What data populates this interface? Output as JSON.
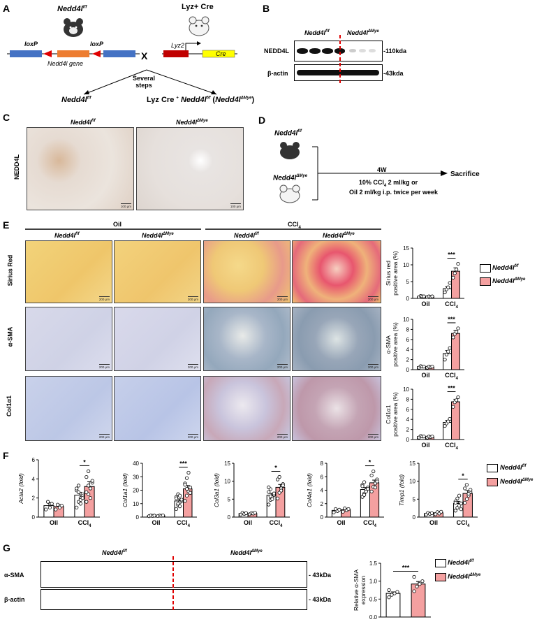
{
  "panels": {
    "A": "A",
    "B": "B",
    "C": "C",
    "D": "D",
    "E": "E",
    "F": "F",
    "G": "G"
  },
  "genotypes": {
    "flox": "Nedd4l",
    "flox_sup": "f/f",
    "ko": "Nedd4l",
    "ko_sup": "ΔMye"
  },
  "panel_A": {
    "lyz_cre_title": "Lyz+ Cre",
    "loxp_left": "loxP",
    "loxp_right": "loxP",
    "gene_label": "Nedd4l gene",
    "lyz2_label": "Lyz2",
    "cre_label": "Cre",
    "cross_symbol": "X",
    "steps_line1": "Several",
    "steps_line2": "steps",
    "bottom_right_prefix": "Lyz Cre",
    "bottom_right_sup": "+",
    "colors": {
      "blue": "#4472c4",
      "orange": "#ed7d31",
      "red": "#c00000",
      "yellow": "#ffff00",
      "loxp": "#e00000"
    }
  },
  "panel_B": {
    "row1_label": "NEDD4L",
    "row1_size": "-110kda",
    "row2_label": "β-actin",
    "row2_size": "-43kda"
  },
  "panel_C": {
    "ylabel": "NEDD4L",
    "scale": "100 μm"
  },
  "panel_D": {
    "duration": "4W",
    "endpoint": "Sacrifice",
    "treatment_line1_prefix": "10% CCl",
    "treatment_line1_sub": "4",
    "treatment_line1_suffix": " 2 ml/kg or",
    "treatment_line2": "Oil 2 ml/kg i.p. twice per week"
  },
  "panel_E": {
    "group_oil": "Oil",
    "group_ccl4": "CCl",
    "group_ccl4_sub": "4",
    "rows": [
      "Sirius Red",
      "α-SMA",
      "Col1α1"
    ],
    "scale": "200 μm"
  },
  "panel_G": {
    "row1_label": "α-SMA",
    "row1_size": "- 43kDa",
    "row2_label": "β-actin",
    "row2_size": "- 43kDa"
  },
  "legend": {
    "flox_color": "#ffffff",
    "ko_color": "#f4a0a0"
  },
  "chart_data": [
    {
      "panel": "E",
      "type": "bar",
      "ylabel": [
        "Sirius red",
        "positive area (%)"
      ],
      "ylim": [
        0,
        15
      ],
      "yticks": [
        0,
        5,
        10,
        15
      ],
      "categories": [
        "Oil",
        "CCl4"
      ],
      "series": [
        {
          "name": "Nedd4l f/f",
          "values": [
            0.6,
            2.9
          ],
          "err": [
            0.1,
            0.6
          ]
        },
        {
          "name": "Nedd4l ΔMye",
          "values": [
            0.5,
            8.1
          ],
          "err": [
            0.1,
            1.0
          ]
        }
      ],
      "points": [
        [
          [
            0.4,
            0.7,
            0.6,
            0.6
          ],
          [
            1.8,
            2.7,
            3.3,
            4.6
          ]
        ],
        [
          [
            0.4,
            0.6,
            0.5,
            0.6
          ],
          [
            6.2,
            7.5,
            8.6,
            10.3
          ]
        ]
      ],
      "annotations": [
        {
          "category": 1,
          "text": "***"
        }
      ]
    },
    {
      "panel": "E",
      "type": "bar",
      "ylabel": [
        "α-SMA",
        "positive area (%)"
      ],
      "ylim": [
        0,
        10
      ],
      "yticks": [
        0,
        2,
        4,
        6,
        8,
        10
      ],
      "categories": [
        "Oil",
        "CCl4"
      ],
      "series": [
        {
          "name": "Nedd4l f/f",
          "values": [
            0.6,
            3.2
          ],
          "err": [
            0.1,
            0.6
          ]
        },
        {
          "name": "Nedd4l ΔMye",
          "values": [
            0.5,
            7.2
          ],
          "err": [
            0.1,
            0.6
          ]
        }
      ],
      "points": [
        [
          [
            0.4,
            0.7,
            0.6,
            0.6
          ],
          [
            2.0,
            3.0,
            3.6,
            4.3
          ]
        ],
        [
          [
            0.4,
            0.6,
            0.5,
            0.6
          ],
          [
            6.4,
            7.1,
            7.5,
            8.2
          ]
        ]
      ],
      "annotations": [
        {
          "category": 1,
          "text": "***"
        }
      ]
    },
    {
      "panel": "E",
      "type": "bar",
      "ylabel": [
        "Col1α1",
        "positive area (%)"
      ],
      "ylim": [
        0,
        10
      ],
      "yticks": [
        0,
        2,
        4,
        6,
        8,
        10
      ],
      "categories": [
        "Oil",
        "CCl4"
      ],
      "series": [
        {
          "name": "Nedd4l f/f",
          "values": [
            0.6,
            3.4
          ],
          "err": [
            0.1,
            0.4
          ]
        },
        {
          "name": "Nedd4l ΔMye",
          "values": [
            0.5,
            7.5
          ],
          "err": [
            0.1,
            0.5
          ]
        }
      ],
      "points": [
        [
          [
            0.4,
            0.7,
            0.6,
            0.6
          ],
          [
            2.7,
            3.2,
            3.6,
            4.1
          ]
        ],
        [
          [
            0.4,
            0.6,
            0.5,
            0.6
          ],
          [
            6.5,
            7.4,
            7.8,
            8.4
          ]
        ]
      ],
      "annotations": [
        {
          "category": 1,
          "text": "***"
        }
      ]
    },
    {
      "panel": "F",
      "type": "bar",
      "ylabel": "Acta2 (fold)",
      "ylim": [
        0,
        6
      ],
      "yticks": [
        0,
        2,
        4,
        6
      ],
      "categories": [
        "Oil",
        "CCl4"
      ],
      "series": [
        {
          "name": "Nedd4l f/f",
          "values": [
            1.2,
            2.3
          ],
          "err": [
            0.3,
            0.3
          ]
        },
        {
          "name": "Nedd4l ΔMye",
          "values": [
            1.1,
            3.2
          ],
          "err": [
            0.2,
            0.5
          ]
        }
      ],
      "points": [
        [
          [
            0.8,
            1.6,
            1.0,
            1.4
          ],
          [
            1.0,
            1.6,
            2.0,
            2.4,
            2.8,
            3.3,
            1.4,
            2.2,
            3.0,
            2.6,
            1.8,
            2.0
          ]
        ],
        [
          [
            0.8,
            1.3,
            1.0,
            1.2
          ],
          [
            1.6,
            2.4,
            3.0,
            3.6,
            4.2,
            4.8,
            2.0,
            3.8,
            2.6,
            3.3
          ]
        ]
      ],
      "annotations": [
        {
          "category": 1,
          "text": "*"
        }
      ]
    },
    {
      "panel": "F",
      "type": "bar",
      "ylabel": "Col1a1 (fold)",
      "ylim": [
        0,
        40
      ],
      "yticks": [
        0,
        10,
        20,
        30,
        40
      ],
      "categories": [
        "Oil",
        "CCl4"
      ],
      "series": [
        {
          "name": "Nedd4l f/f",
          "values": [
            1.0,
            12.0
          ],
          "err": [
            0.2,
            1.5
          ]
        },
        {
          "name": "Nedd4l ΔMye",
          "values": [
            1.0,
            21.0
          ],
          "err": [
            0.2,
            2.5
          ]
        }
      ],
      "points": [
        [
          [
            0.7,
            1.2,
            0.9,
            1.1
          ],
          [
            6,
            9,
            11,
            13,
            15,
            17,
            8,
            12,
            14,
            10,
            16,
            13
          ]
        ],
        [
          [
            0.8,
            1.1,
            1.0,
            1.2
          ],
          [
            12,
            16,
            19,
            22,
            25,
            29,
            33,
            18,
            24,
            21
          ]
        ]
      ],
      "annotations": [
        {
          "category": 1,
          "text": "***"
        }
      ]
    },
    {
      "panel": "F",
      "type": "bar",
      "ylabel": "Col3a1 (fold)",
      "ylim": [
        0,
        15
      ],
      "yticks": [
        0,
        5,
        10,
        15
      ],
      "categories": [
        "Oil",
        "CCl4"
      ],
      "series": [
        {
          "name": "Nedd4l f/f",
          "values": [
            1.0,
            6.1
          ],
          "err": [
            0.2,
            0.5
          ]
        },
        {
          "name": "Nedd4l ΔMye",
          "values": [
            1.0,
            8.3
          ],
          "err": [
            0.2,
            0.8
          ]
        }
      ],
      "points": [
        [
          [
            0.7,
            1.2,
            0.9,
            1.1
          ],
          [
            3.5,
            4.8,
            5.5,
            6.2,
            7.0,
            7.8,
            5.0,
            6.6,
            8.3,
            5.8
          ]
        ],
        [
          [
            0.8,
            1.1,
            1.0,
            1.2
          ],
          [
            5.2,
            6.8,
            8.0,
            9.2,
            10.5,
            11.2,
            7.4,
            8.8
          ]
        ]
      ],
      "annotations": [
        {
          "category": 1,
          "text": "*"
        }
      ]
    },
    {
      "panel": "F",
      "type": "bar",
      "ylabel": "Col4a1 (fold)",
      "ylim": [
        0,
        8
      ],
      "yticks": [
        0,
        2,
        4,
        6,
        8
      ],
      "categories": [
        "Oil",
        "CCl4"
      ],
      "series": [
        {
          "name": "Nedd4l f/f",
          "values": [
            1.0,
            4.1
          ],
          "err": [
            0.2,
            0.3
          ]
        },
        {
          "name": "Nedd4l ΔMye",
          "values": [
            1.1,
            5.1
          ],
          "err": [
            0.2,
            0.4
          ]
        }
      ],
      "points": [
        [
          [
            0.7,
            1.2,
            0.9,
            1.1
          ],
          [
            3.0,
            3.5,
            4.0,
            4.4,
            4.8,
            5.2,
            3.8,
            4.2,
            4.6,
            3.3
          ]
        ],
        [
          [
            0.8,
            1.3,
            1.0,
            1.2
          ],
          [
            3.8,
            4.5,
            5.0,
            5.6,
            6.2,
            6.8,
            4.4,
            5.3
          ]
        ]
      ],
      "annotations": [
        {
          "category": 1,
          "text": "*"
        }
      ]
    },
    {
      "panel": "F",
      "type": "bar",
      "ylabel": "Timp1 (fold)",
      "ylim": [
        0,
        15
      ],
      "yticks": [
        0,
        5,
        10,
        15
      ],
      "categories": [
        "Oil",
        "CCl4"
      ],
      "series": [
        {
          "name": "Nedd4l f/f",
          "values": [
            1.0,
            3.8
          ],
          "err": [
            0.2,
            0.6
          ]
        },
        {
          "name": "Nedd4l ΔMye",
          "values": [
            1.2,
            6.6
          ],
          "err": [
            0.3,
            0.8
          ]
        }
      ],
      "points": [
        [
          [
            0.7,
            1.2,
            0.9,
            1.1
          ],
          [
            1.8,
            2.6,
            3.2,
            3.8,
            4.4,
            5.2,
            6.0,
            2.2,
            4.0
          ]
        ],
        [
          [
            0.8,
            1.4,
            1.0,
            1.5
          ],
          [
            4.0,
            5.0,
            6.0,
            7.0,
            8.0,
            9.0,
            6.5,
            7.6
          ]
        ]
      ],
      "annotations": [
        {
          "category": 1,
          "text": "*"
        }
      ]
    },
    {
      "panel": "G",
      "type": "bar",
      "ylabel": [
        "Relative α-SMA",
        "expression"
      ],
      "ylim": [
        0,
        1.5
      ],
      "yticks": [
        0.0,
        0.5,
        1.0,
        1.5
      ],
      "categories": [
        "Nedd4l f/f",
        "Nedd4l ΔMye"
      ],
      "series": [
        {
          "name": "Nedd4l f/f",
          "values": [
            0.66
          ],
          "err": [
            0.04
          ]
        },
        {
          "name": "Nedd4l ΔMye",
          "values": [
            0.92
          ],
          "err": [
            0.07
          ]
        }
      ],
      "points": [
        [
          [
            0.55,
            0.62,
            0.66,
            0.7,
            0.75
          ]
        ],
        [
          [
            0.72,
            0.85,
            0.92,
            1.0,
            1.12
          ]
        ]
      ],
      "annotations": [
        {
          "category": 0,
          "text": "***"
        }
      ]
    }
  ]
}
